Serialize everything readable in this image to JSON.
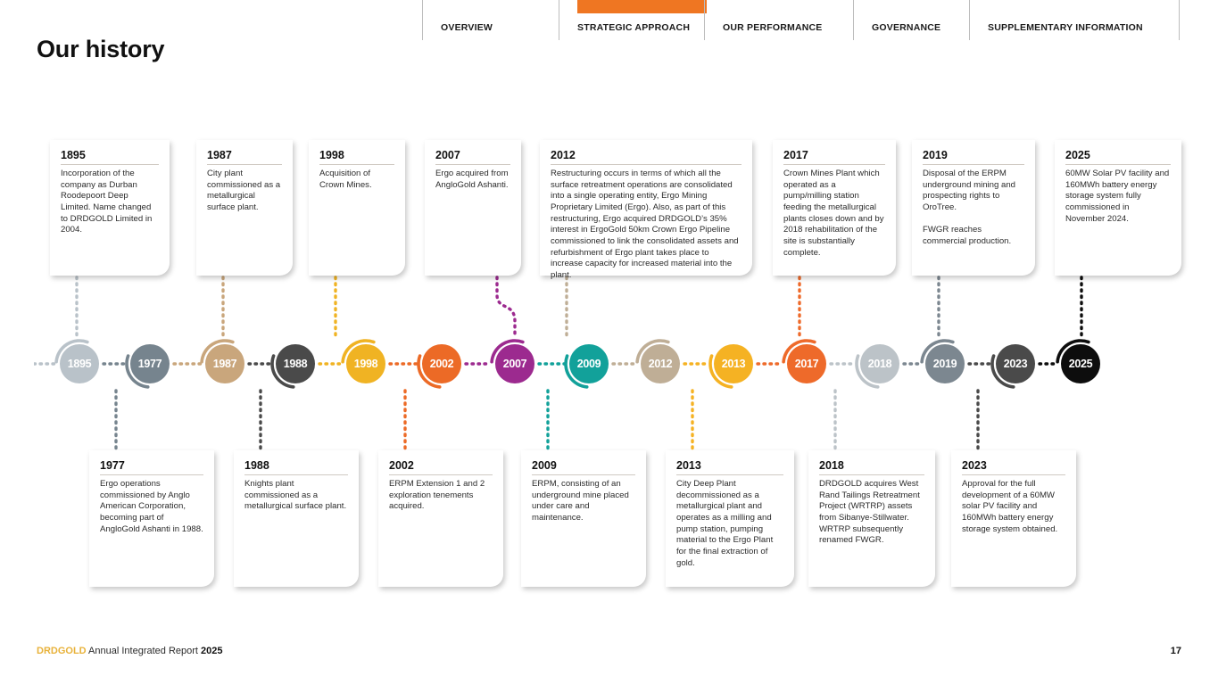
{
  "nav": {
    "items": [
      {
        "label": "OVERVIEW",
        "active": false
      },
      {
        "label": "STRATEGIC APPROACH",
        "active": true
      },
      {
        "label": "OUR PERFORMANCE",
        "active": false
      },
      {
        "label": "GOVERNANCE",
        "active": false
      },
      {
        "label": "SUPPLEMENTARY INFORMATION",
        "active": false
      }
    ],
    "accent_color": "#ef7622"
  },
  "title": "Our history",
  "footer": {
    "brand": "DRDGOLD",
    "text": " Annual Integrated Report ",
    "year": "2025",
    "page_number": "17"
  },
  "timeline": {
    "nodes": [
      {
        "year": "1895",
        "color": "#b9c2c9",
        "position": "above"
      },
      {
        "year": "1977",
        "color": "#76848e",
        "position": "below"
      },
      {
        "year": "1987",
        "color": "#c9a67c",
        "position": "above"
      },
      {
        "year": "1988",
        "color": "#4a4a4a",
        "position": "below"
      },
      {
        "year": "1998",
        "color": "#f0b323",
        "position": "above"
      },
      {
        "year": "2002",
        "color": "#ec6a26",
        "position": "below"
      },
      {
        "year": "2007",
        "color": "#9c2a8f",
        "position": "above"
      },
      {
        "year": "2009",
        "color": "#12a19a",
        "position": "below"
      },
      {
        "year": "2012",
        "color": "#bfae96",
        "position": "above"
      },
      {
        "year": "2013",
        "color": "#f5b223",
        "position": "below"
      },
      {
        "year": "2017",
        "color": "#ee6a2a",
        "position": "above"
      },
      {
        "year": "2018",
        "color": "#bcc3c8",
        "position": "below"
      },
      {
        "year": "2019",
        "color": "#7c8790",
        "position": "above"
      },
      {
        "year": "2023",
        "color": "#4a4a4a",
        "position": "below"
      },
      {
        "year": "2025",
        "color": "#0d0d0d",
        "position": "above"
      }
    ],
    "cards_above": [
      {
        "year": "1895",
        "text": "Incorporation of the company as Durban Roodepoort Deep Limited. Name changed to DRDGOLD Limited in 2004."
      },
      {
        "year": "1987",
        "text": "City plant commissioned as a metallurgical surface plant."
      },
      {
        "year": "1998",
        "text": "Acquisition of Crown Mines."
      },
      {
        "year": "2007",
        "text": "Ergo acquired from AngloGold Ashanti."
      },
      {
        "year": "2012",
        "text": "Restructuring occurs in terms of which all the surface retreatment operations are consolidated into a single operating entity, Ergo Mining Proprietary Limited (Ergo). Also, as part of this restructuring, Ergo acquired DRDGOLD’s 35% interest in ErgoGold 50km Crown Ergo Pipeline commissioned to link the consolidated assets and refurbishment of Ergo plant takes place to increase capacity for increased material into the plant."
      },
      {
        "year": "2017",
        "text": "Crown Mines Plant which operated as a pump/milling station feeding the metallurgical plants closes down and by 2018 rehabilitation of the site is substantially complete."
      },
      {
        "year": "2019",
        "text": "Disposal of the ERPM underground mining and prospecting rights to OroTree.\n\nFWGR reaches commercial production."
      },
      {
        "year": "2025",
        "text": "60MW Solar PV facility and 160MWh battery energy storage system fully commissioned in November 2024."
      }
    ],
    "cards_below": [
      {
        "year": "1977",
        "text": "Ergo operations commissioned by Anglo American Corporation, becoming part of AngloGold Ashanti in 1988."
      },
      {
        "year": "1988",
        "text": "Knights plant commissioned as a metallurgical surface plant."
      },
      {
        "year": "2002",
        "text": "ERPM Extension 1 and 2 exploration tenements acquired."
      },
      {
        "year": "2009",
        "text": "ERPM, consisting of an underground mine placed under care and maintenance."
      },
      {
        "year": "2013",
        "text": "City Deep Plant decommissioned as a metallurgical plant and operates as a milling and pump station, pumping material to the Ergo Plant for the final extraction of gold."
      },
      {
        "year": "2018",
        "text": "DRDGOLD acquires West Rand Tailings Retreatment Project (WRTRP) assets from Sibanye-Stillwater. WRTRP subsequently renamed FWGR."
      },
      {
        "year": "2023",
        "text": "Approval for the full development of a 60MW solar PV facility and 160MWh battery energy storage system obtained."
      }
    ]
  }
}
